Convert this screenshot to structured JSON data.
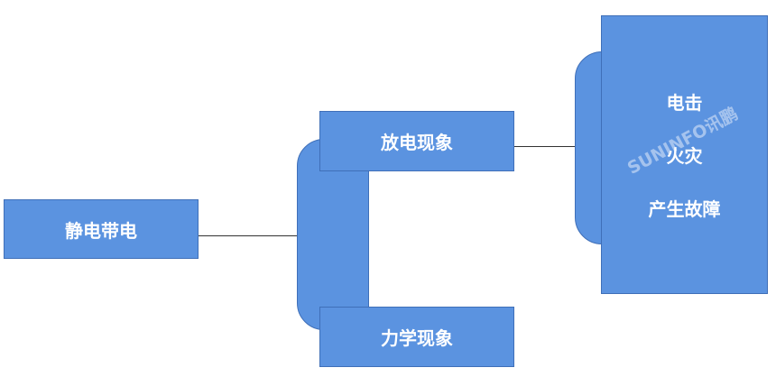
{
  "root": {
    "label": "静电带电"
  },
  "branches": [
    {
      "label": "放电现象"
    },
    {
      "label": "力学现象"
    }
  ],
  "effects": [
    "电击",
    "火灾",
    "产生故障"
  ],
  "watermark": "SUNINFO讯鹏",
  "colors": {
    "box_fill": "#5b93e0",
    "box_border": "#3f6fb8",
    "text": "#ffffff",
    "connector": "#333333"
  }
}
